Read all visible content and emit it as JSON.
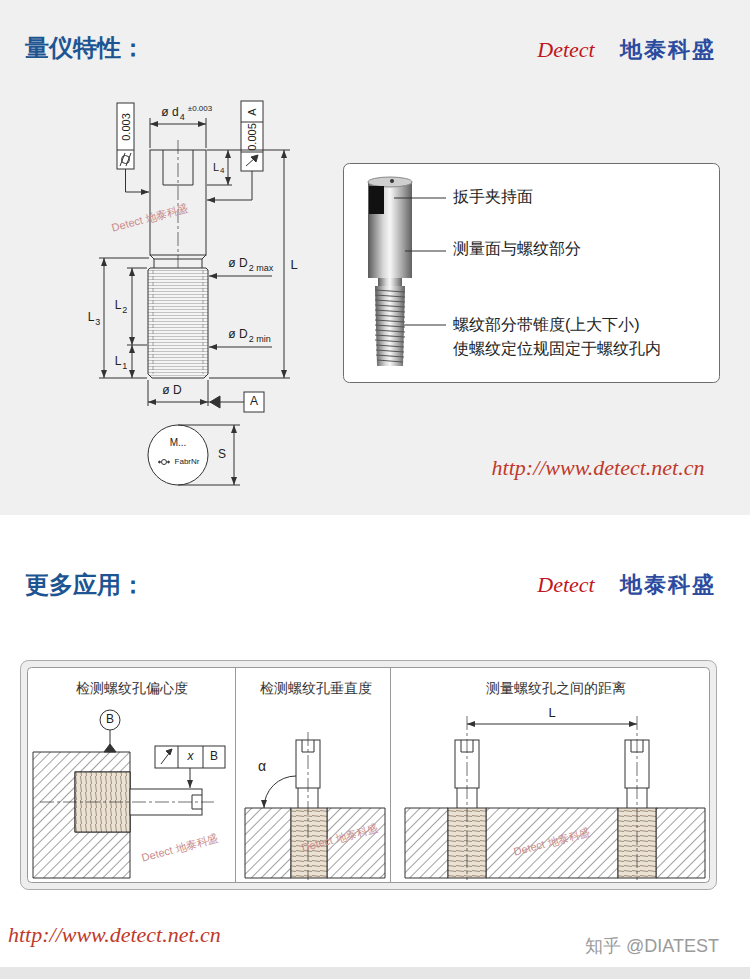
{
  "diagram": {
    "title": "量仪特性：",
    "nodes": [
      {
        "text": [
          "扳手夹持面",
          "测量面与螺纹部分",
          "螺纹部分带锥度(上大下小) 使螺纹定位规固定于螺纹孔内"
        ]
      },
      {
        "text": [
          "检测螺纹孔偏心度"
        ]
      },
      {
        "text": [
          "检测螺纹孔垂直度"
        ]
      },
      {
        "text": [
          "测量螺纹孔之间的距离"
        ]
      }
    ],
    "labels": [
      "Detect",
      "地泰科盛",
      "0.003",
      "ø d",
      "4",
      "±0.003",
      "0.005",
      "A",
      "L",
      "4",
      "L",
      "ø D",
      "2 max",
      "ø D",
      "2 min",
      "L",
      "3",
      "L",
      "2",
      "L",
      "1",
      "ø D",
      "A",
      "M...",
      "FabrNr",
      "S",
      "http://www.detect.net.cn",
      "更多应用：",
      "Detect",
      "地泰科盛",
      "B",
      "x",
      "B",
      "α",
      "L",
      "http://www.detect.net.cn",
      "知乎 @DIATEST",
      "Detect 地泰科盛",
      "Detect 地泰科盛",
      "Detect 地泰科盛",
      "Detect 地泰科盛"
    ]
  }
}
